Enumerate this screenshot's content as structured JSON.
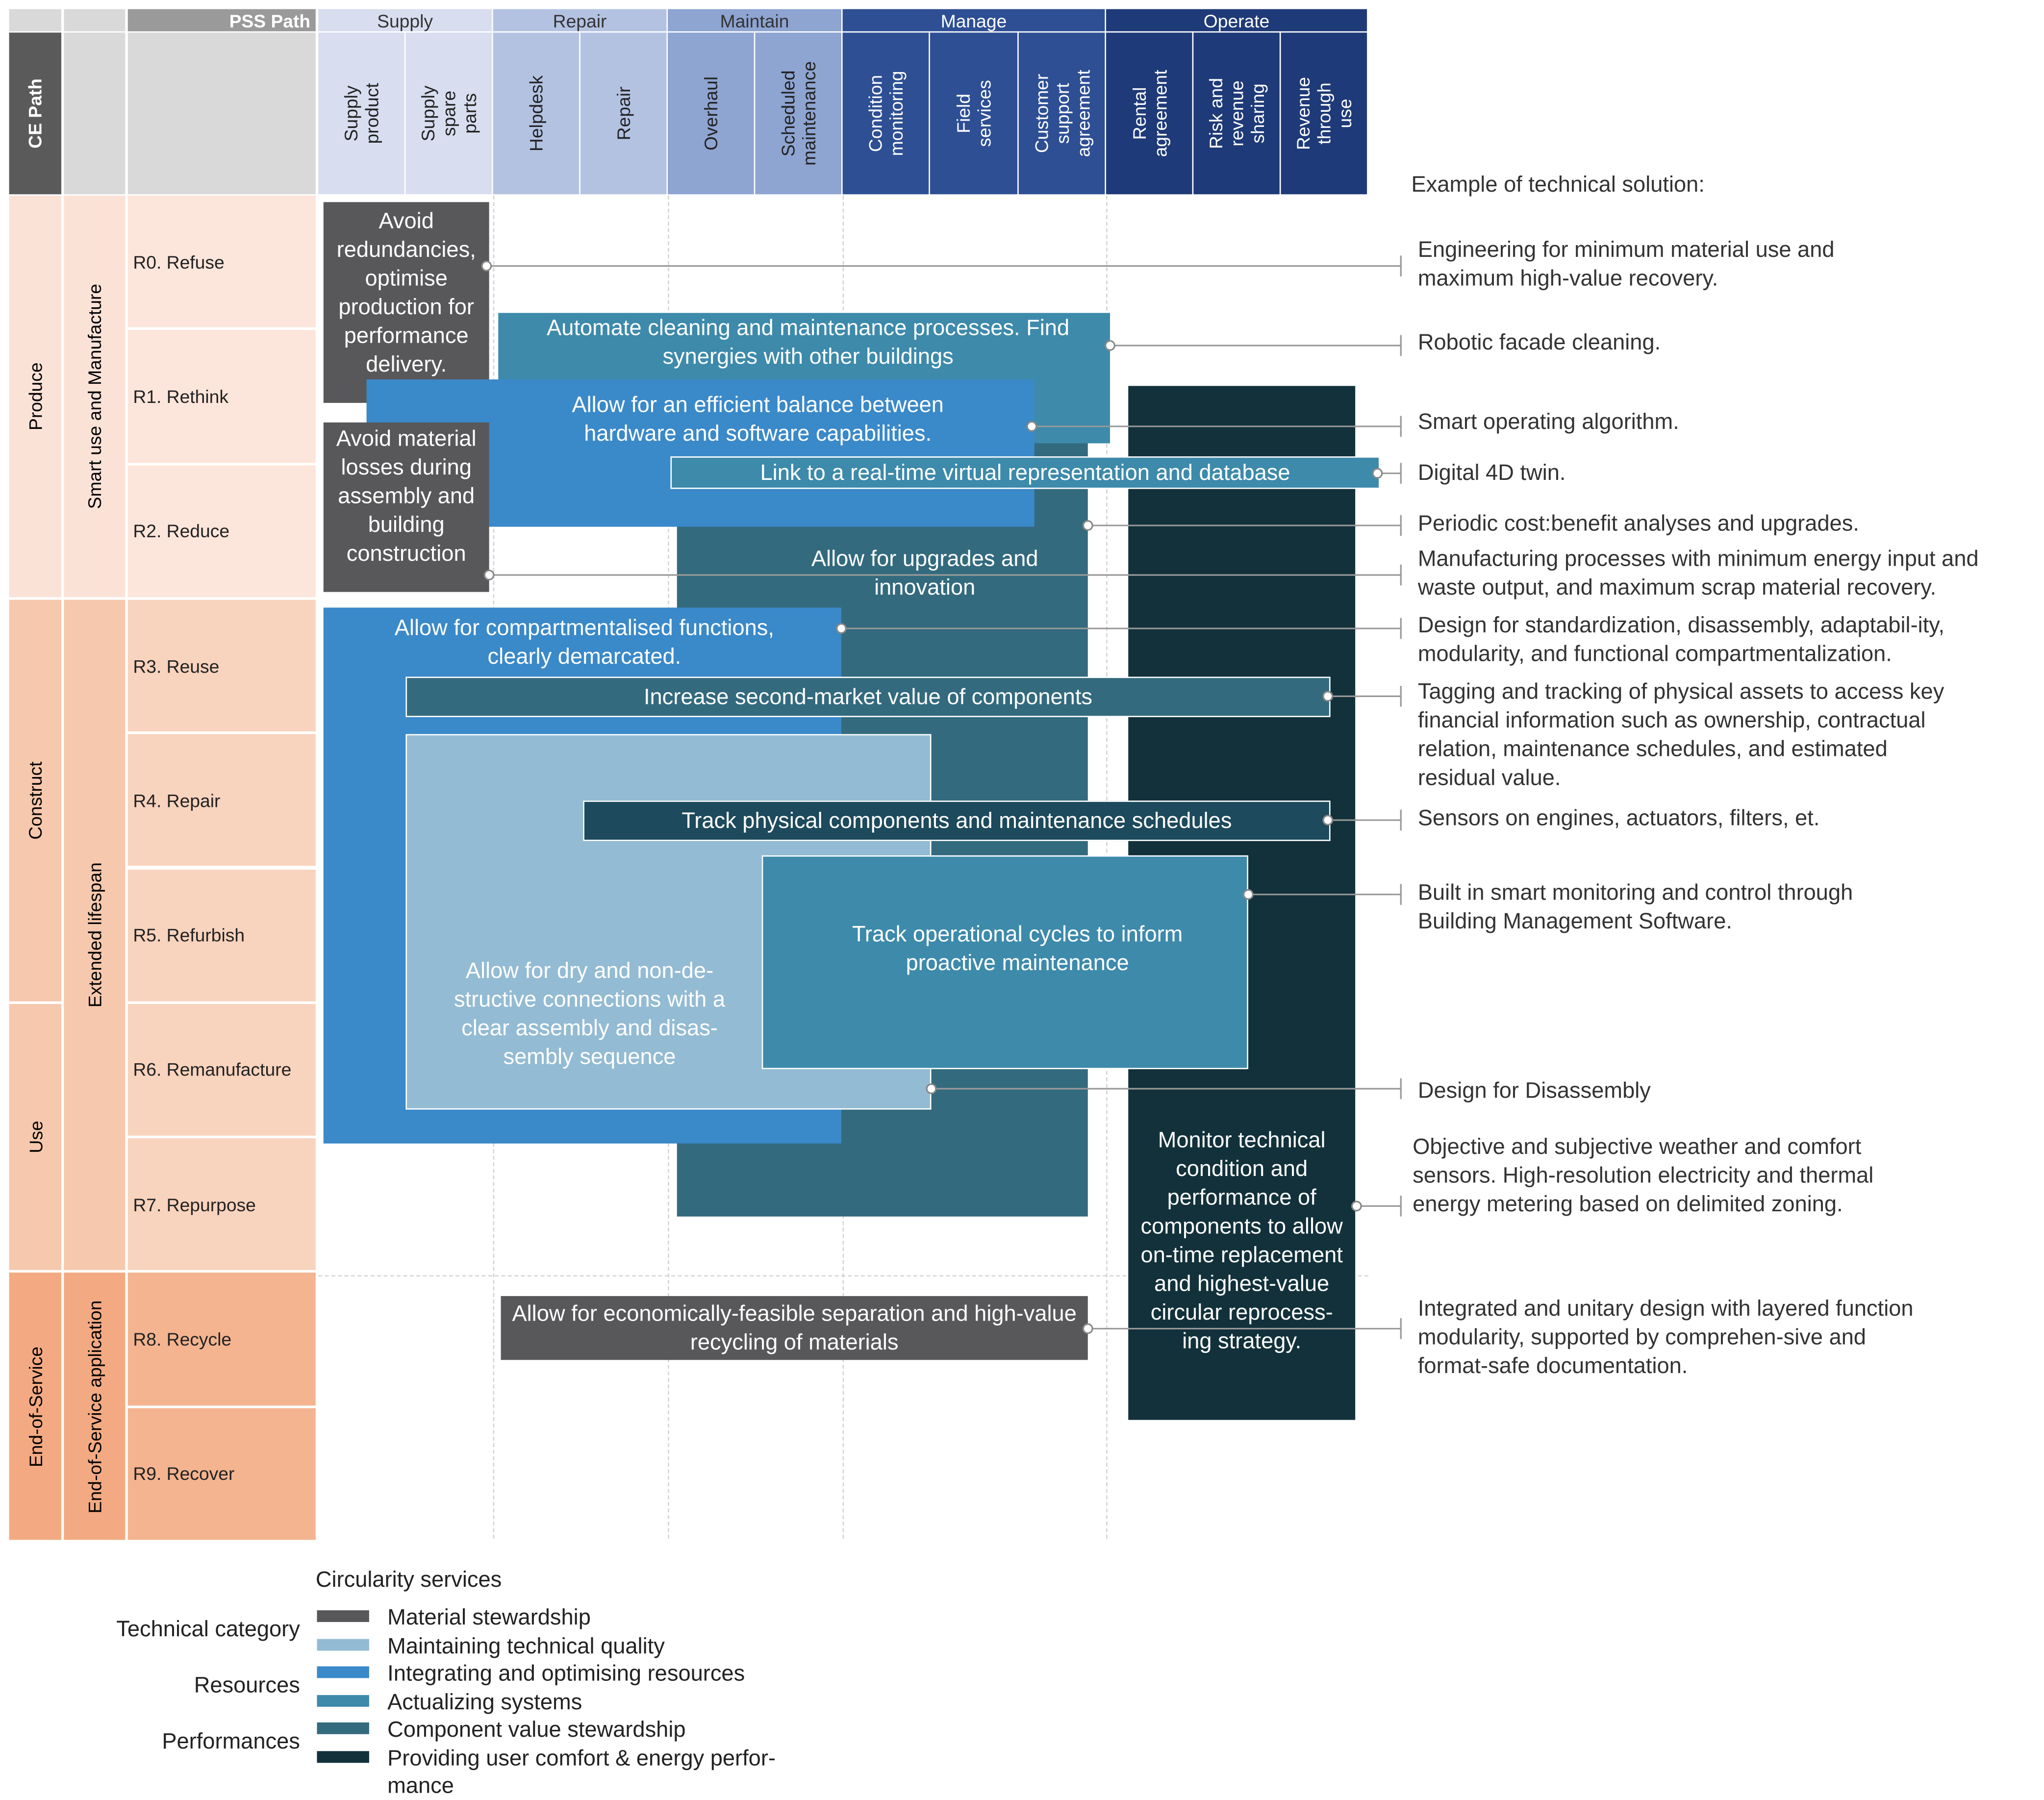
{
  "header": {
    "pss_path": "PSS Path",
    "ce_path": "CE Path",
    "groups": [
      {
        "label": "Supply",
        "color": "#d8deef"
      },
      {
        "label": "Repair",
        "color": "#b4c2e2"
      },
      {
        "label": "Maintain",
        "color": "#8ea4d1"
      },
      {
        "label": "Manage",
        "color": "#2e4f94"
      },
      {
        "label": "Operate",
        "color": "#1f3a78"
      }
    ],
    "services": [
      "Supply product",
      "Supply spare parts",
      "Helpdesk",
      "Repair",
      "Overhaul",
      "Scheduled maintenance",
      "Condition monitoring",
      "Field services",
      "Customer support agreement",
      "Rental agreement",
      "Risk and revenue sharing",
      "Revenue through use"
    ]
  },
  "rows": {
    "phases": [
      "Produce",
      "Construct",
      "Use",
      "End-of-Service"
    ],
    "strategies": [
      "Smart use and Manufacture",
      "Extended lifespan",
      "End-of-Service application"
    ],
    "levels": [
      "R0. Refuse",
      "R1. Rethink",
      "R2. Reduce",
      "R3. Reuse",
      "R4. Repair",
      "R5. Refurbish",
      "R6. Remanufacture",
      "R7. Repurpose",
      "R8. Recycle",
      "R9. Recover"
    ]
  },
  "boxes": {
    "avoid_redundancies": "Avoid redundancies, optimise production for performance delivery.",
    "avoid_material_losses": "Avoid material losses during assembly and building construction",
    "automate_cleaning": "Automate cleaning and maintenance processes. Find synergies with other buildings",
    "efficient_balance": "Allow for an efficient balance between hardware and software capabilities.",
    "link_virtual": "Link to a real-time virtual representation and database",
    "upgrades": "Allow for upgrades and innovation",
    "compartmentalised": "Allow for compartmentalised functions, clearly demarcated.",
    "second_market": "Increase second-market value of components",
    "dry_connections": "Allow for dry and non-de-structive connections with a clear assembly and disas-sembly sequence",
    "track_components": "Track physical components and maintenance schedules",
    "track_cycles": "Track operational cycles to inform proactive maintenance",
    "monitor_condition": "Monitor technical condition and performance of components to allow on-time replacement and highest-value circular reprocess-ing strategy.",
    "recycling": "Allow for economically-feasible separation and high-value recycling of materials"
  },
  "examples": {
    "heading": "Example of technical solution:",
    "items": [
      "Engineering for minimum material use and maximum high-value recovery.",
      "Robotic facade cleaning.",
      "Smart operating algorithm.",
      "Digital 4D twin.",
      "Periodic cost:benefit analyses and upgrades.",
      "Manufacturing processes with minimum energy input and waste output, and maximum scrap material recovery.",
      "Design for standardization, disassembly, adaptabil-ity, modularity, and functional compartmentalization.",
      "Tagging and tracking of physical assets to access key financial information such as ownership, contractual relation, maintenance schedules, and estimated residual value.",
      "Sensors on engines, actuators, filters, et.",
      "Built in smart monitoring and control through Building Management Software.",
      "Design for Disassembly",
      "Objective and subjective weather and comfort sensors. High-resolution electricity and thermal energy metering based on delimited zoning.",
      "Integrated and unitary design with layered function modularity, supported by comprehen-sive and format-safe documentation."
    ]
  },
  "legend": {
    "title": "Circularity services",
    "categories": [
      "Technical category",
      "Resources",
      "Performances"
    ],
    "items": [
      {
        "label": "Material stewardship",
        "color": "#58585a"
      },
      {
        "label": "Maintaining technical quality",
        "color": "#93bbd3"
      },
      {
        "label": "Integrating and optimising resources",
        "color": "#3a89c9"
      },
      {
        "label": "Actualizing systems",
        "color": "#3d8aab"
      },
      {
        "label": "Component value stewardship",
        "color": "#336a7e"
      },
      {
        "label": "Providing user comfort & energy perfor-mance",
        "color": "#12313b"
      }
    ]
  }
}
